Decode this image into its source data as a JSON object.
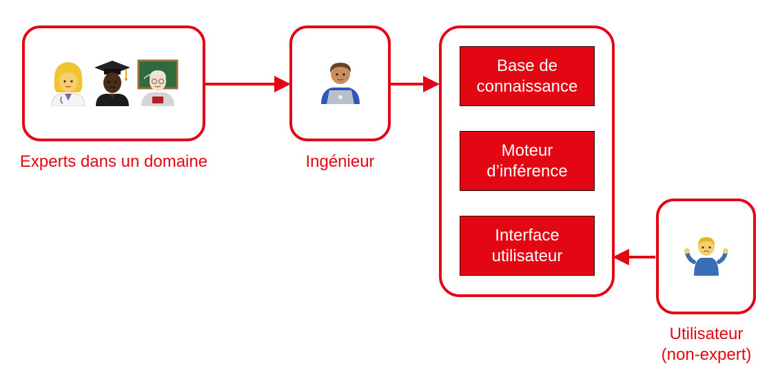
{
  "colors": {
    "accent": "#e30613",
    "block_border": "#2b0000",
    "text_on_accent": "#ffffff"
  },
  "experts": {
    "caption": "Experts dans un domaine",
    "icons": [
      "woman-health-worker-icon",
      "graduate-icon",
      "teacher-icon"
    ]
  },
  "engineer": {
    "caption": "Ingénieur",
    "icon": "technologist-icon"
  },
  "system": {
    "blocks": [
      {
        "line1": "Base de",
        "line2": "connaissance"
      },
      {
        "line1": "Moteur",
        "line2": "d’inférence"
      },
      {
        "line1": "Interface",
        "line2": "utilisateur"
      }
    ]
  },
  "user": {
    "caption_line1": "Utilisateur",
    "caption_line2": "(non-expert)",
    "icon": "person-shrugging-icon"
  }
}
